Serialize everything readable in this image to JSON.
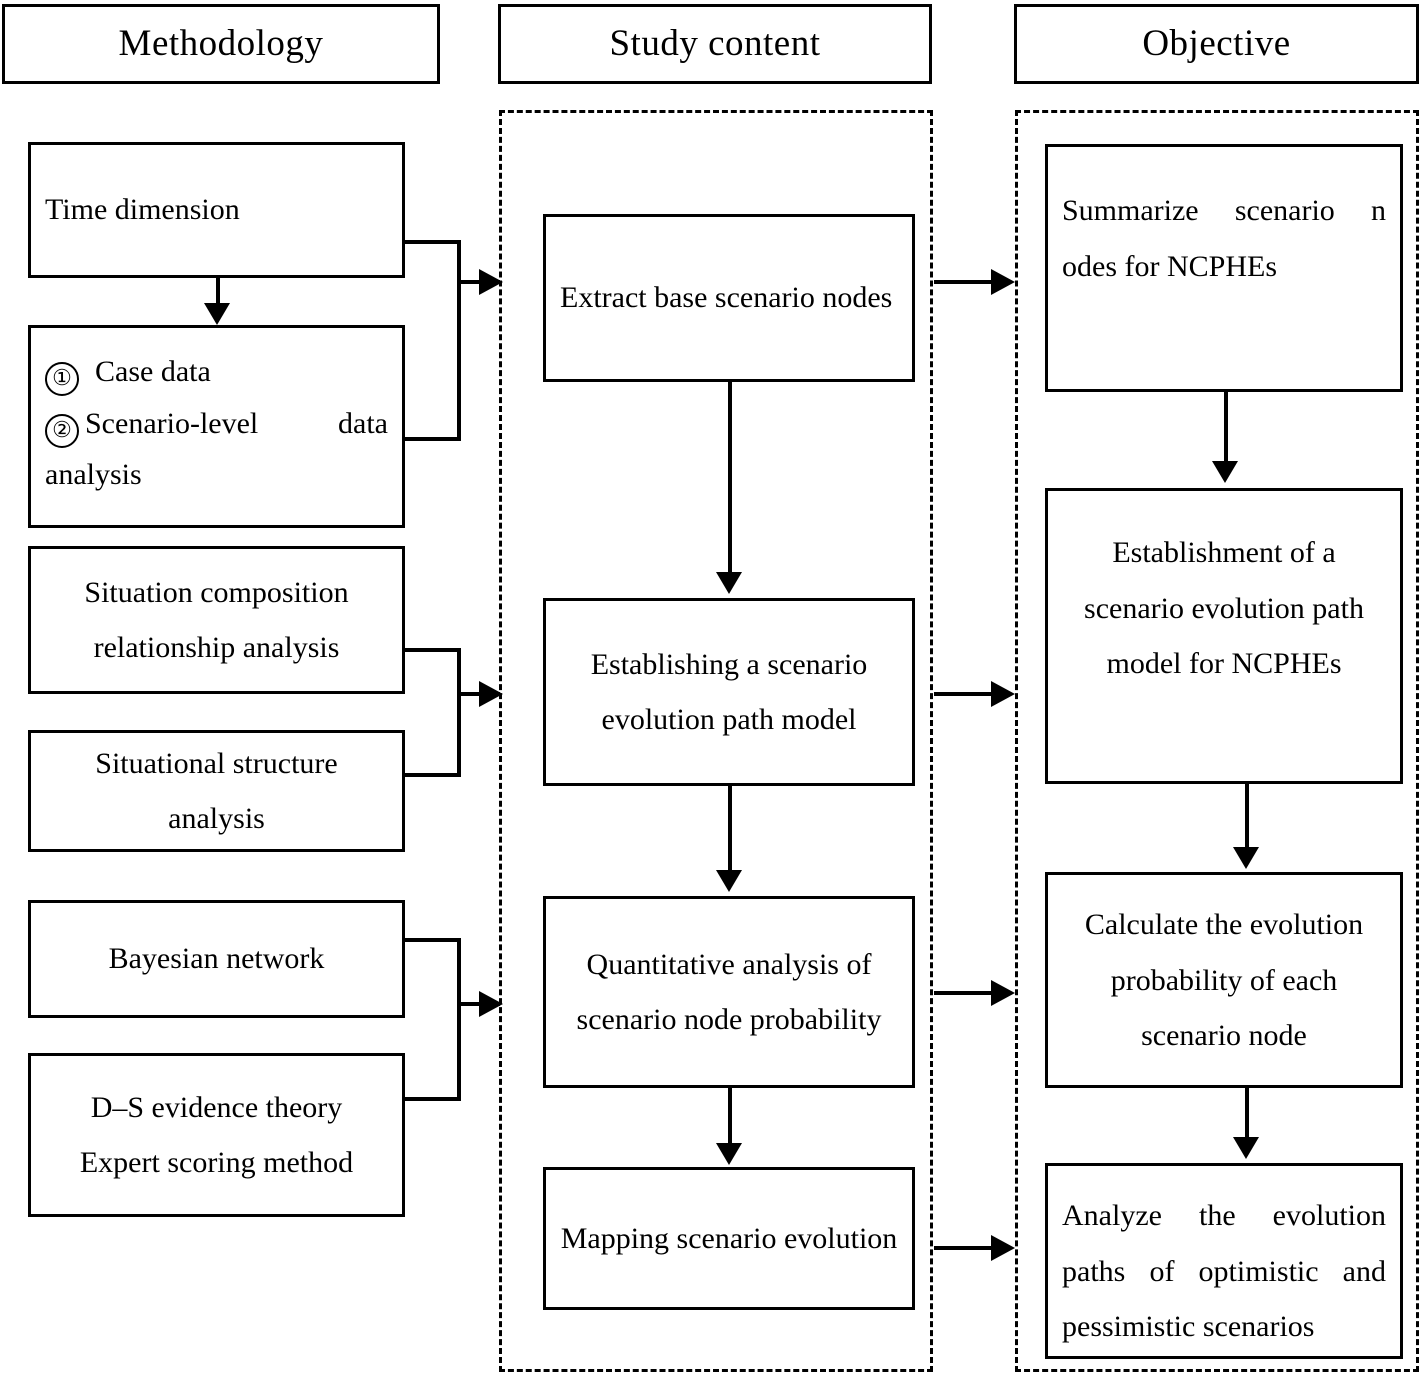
{
  "diagram": {
    "title_columns": [
      {
        "id": "methodology",
        "label": "Methodology"
      },
      {
        "id": "study-content",
        "label": "Study content"
      },
      {
        "id": "objective",
        "label": "Objective"
      }
    ],
    "methodology": {
      "nodes": [
        {
          "id": "time-dimension",
          "text": "Time dimension"
        },
        {
          "id": "case-data",
          "marker": "①",
          "text": "Case data"
        },
        {
          "id": "scenario-level-data",
          "marker": "②",
          "text": "Scenario-level  data analysis"
        },
        {
          "id": "situation-composition-relationship-analysis",
          "text": "Situation composition relationship  analysis"
        },
        {
          "id": "situational-structure-analysis",
          "text": "Situational structure analysis"
        },
        {
          "id": "bayesian-network",
          "text": "Bayesian network"
        },
        {
          "id": "ds-evidence-theory",
          "line1": "D–S evidence theory",
          "line2": "Expert scoring method"
        }
      ]
    },
    "study_content": {
      "nodes": [
        {
          "id": "extract-base-scenario-nodes",
          "text": "Extract base scenario nodes"
        },
        {
          "id": "establishing-scenario-evolution-path-model",
          "text": "Establishing a scenario evolution path model"
        },
        {
          "id": "quantitative-analysis-scenario-node-probability",
          "text": "Quantitative analysis of scenario node probability"
        },
        {
          "id": "mapping-scenario-evolution",
          "text": "Mapping scenario evolution"
        }
      ]
    },
    "objective": {
      "nodes": [
        {
          "id": "summarize-scenario-nodes",
          "text": "Summarize scenario n odes for NCPHEs"
        },
        {
          "id": "establishment-scenario-evolution-path-model",
          "text": "Establishment of a scenario evolution path model for NCPHEs"
        },
        {
          "id": "calculate-evolution-probability",
          "text": "Calculate the evolution probability of each scenario node"
        },
        {
          "id": "analyze-evolution-paths",
          "text": "Analyze the evolution paths of optimistic and pessimistic scenarios"
        }
      ]
    },
    "colors": {
      "stroke": "#000000",
      "background": "#ffffff"
    }
  }
}
